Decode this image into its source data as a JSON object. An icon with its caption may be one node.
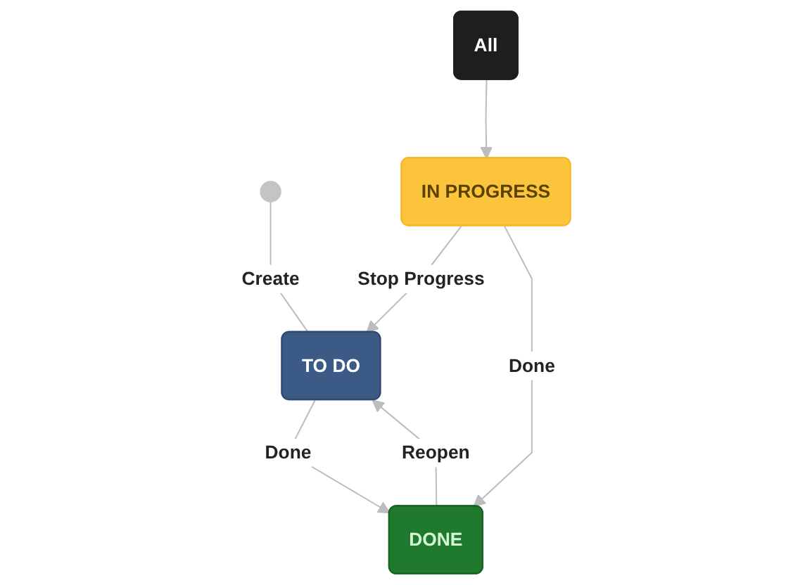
{
  "diagram": {
    "nodes": [
      {
        "text": [],
        "shape": "circle"
      },
      {
        "text": [
          "TO DO"
        ]
      },
      {
        "text": [
          "IN PROGRESS"
        ]
      },
      {
        "text": [
          "DONE"
        ]
      },
      {
        "text": [
          "All"
        ]
      }
    ],
    "edges": [
      {
        "from": 0,
        "to": 1,
        "arrow": "none",
        "label": "Create"
      },
      {
        "from": 2,
        "to": 1,
        "arrow": "to",
        "label": "Stop Progress"
      },
      {
        "from": 3,
        "to": 1,
        "arrow": "to",
        "label": "Reopen"
      },
      {
        "from": 1,
        "to": 3,
        "arrow": "to",
        "label": "Done"
      },
      {
        "from": 2,
        "to": 3,
        "arrow": "to",
        "label": "Done"
      },
      {
        "from": 4,
        "to": 2,
        "arrow": "to"
      }
    ]
  }
}
